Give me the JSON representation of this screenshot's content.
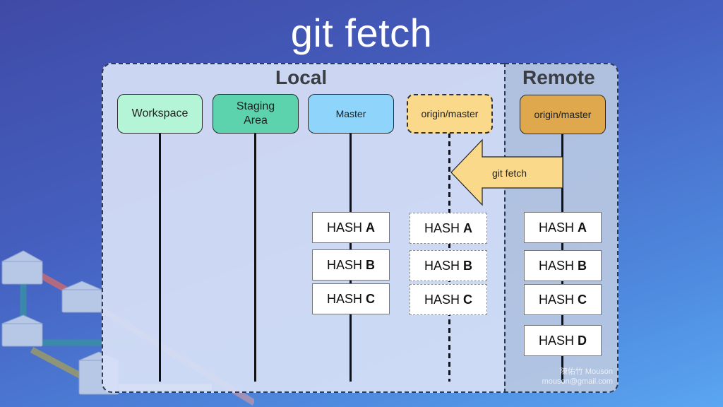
{
  "title": "git fetch",
  "colors": {
    "workspace": "#b3f5d6",
    "staging": "#5cd3ad",
    "master": "#8fd4fb",
    "origin_local": "#fbd98a",
    "origin_remote": "#e0a84c",
    "arrow": "#fad98a"
  },
  "local": {
    "title": "Local",
    "nodes": [
      {
        "label": "Workspace"
      },
      {
        "label": "Staging\nArea",
        "line1": "Staging",
        "line2": "Area"
      },
      {
        "label": "Master"
      },
      {
        "label": "origin/master",
        "style": "dashed"
      }
    ],
    "master_commits": [
      {
        "prefix": "HASH",
        "id": "A"
      },
      {
        "prefix": "HASH",
        "id": "B"
      },
      {
        "prefix": "HASH",
        "id": "C"
      }
    ],
    "origin_commits": [
      {
        "prefix": "HASH",
        "id": "A"
      },
      {
        "prefix": "HASH",
        "id": "B"
      },
      {
        "prefix": "HASH",
        "id": "C"
      }
    ]
  },
  "remote": {
    "title": "Remote",
    "node": {
      "label": "origin/master"
    },
    "commits": [
      {
        "prefix": "HASH",
        "id": "A"
      },
      {
        "prefix": "HASH",
        "id": "B"
      },
      {
        "prefix": "HASH",
        "id": "C"
      },
      {
        "prefix": "HASH",
        "id": "D"
      }
    ]
  },
  "arrow": {
    "label": "git fetch",
    "direction": "left"
  },
  "watermark": {
    "name": "陳佑竹 Mouson",
    "email": "mouson@gmail.com"
  }
}
